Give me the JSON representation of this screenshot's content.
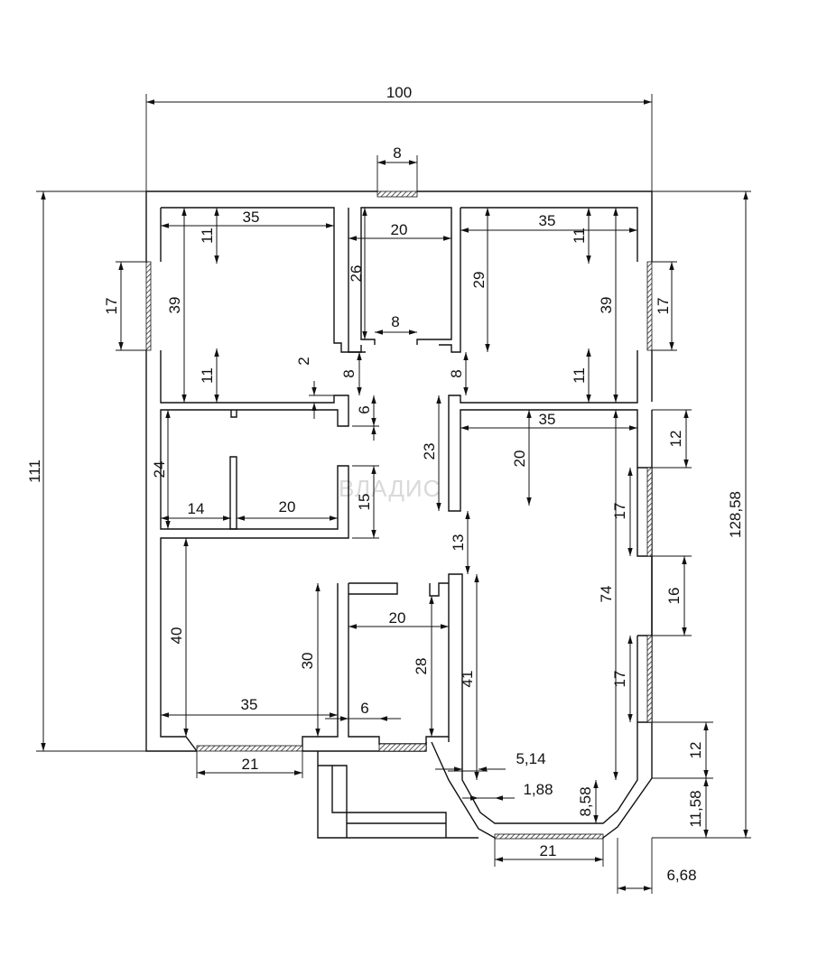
{
  "watermark": "ВЛАДИС",
  "dimensions": {
    "overall_width": "100",
    "overall_height_left": "111",
    "overall_height_right": "128,58",
    "top_door": "8",
    "room1_width": "35",
    "room1_top_11": "11",
    "room1_height": "39",
    "room1_bottom_11": "11",
    "left_window": "17",
    "wc_width": "20",
    "wc_height": "26",
    "wc_door": "8",
    "room2_width": "35",
    "room2_depth": "29",
    "room2_top_11": "11",
    "room2_height": "39",
    "room2_bottom_11": "11",
    "right_window": "17",
    "small_2": "2",
    "small_8_left": "8",
    "small_6": "6",
    "small_8_right": "8",
    "corridor_23": "23",
    "kitchen_width": "35",
    "kitchen_depth": "20",
    "right_12_top": "12",
    "hall_24": "24",
    "hall_14": "14",
    "hall_20": "20",
    "hall_15": "15",
    "right_17_top": "17",
    "gap_13": "13",
    "window_16": "16",
    "room3_74": "74",
    "right_17_bottom": "17",
    "room4_40": "40",
    "room4_35": "35",
    "room4_30": "30",
    "bath_20": "20",
    "bath_28": "28",
    "corr_41": "41",
    "gap_6": "6",
    "right_12_bottom": "12",
    "bottom_left_21": "21",
    "angle_514": "5,14",
    "angle_188": "1,88",
    "bay_858": "8,58",
    "bay_1158": "11,58",
    "bay_21": "21",
    "bay_668": "6,68"
  }
}
